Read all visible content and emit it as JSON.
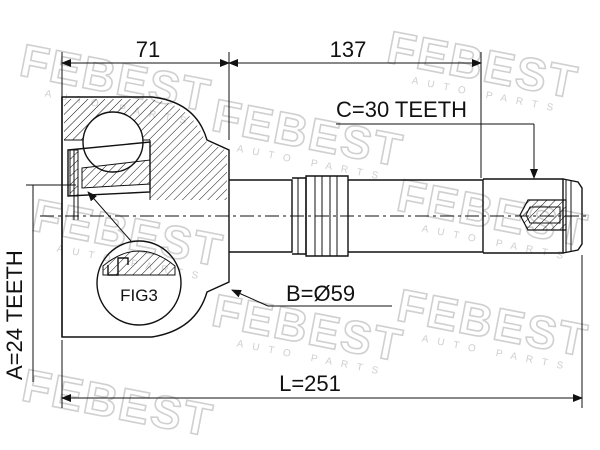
{
  "watermark": {
    "brand": "FEBEST",
    "sub": "AUTO PARTS"
  },
  "dimensions": {
    "outer_length": "71",
    "shaft_length": "137",
    "total_length": "L=251",
    "spline_outer": "C=30 TEETH",
    "spline_inner": "A=24 TEETH",
    "boot_diameter": "B=Ø59"
  },
  "callout": {
    "figure": "FIG3"
  }
}
